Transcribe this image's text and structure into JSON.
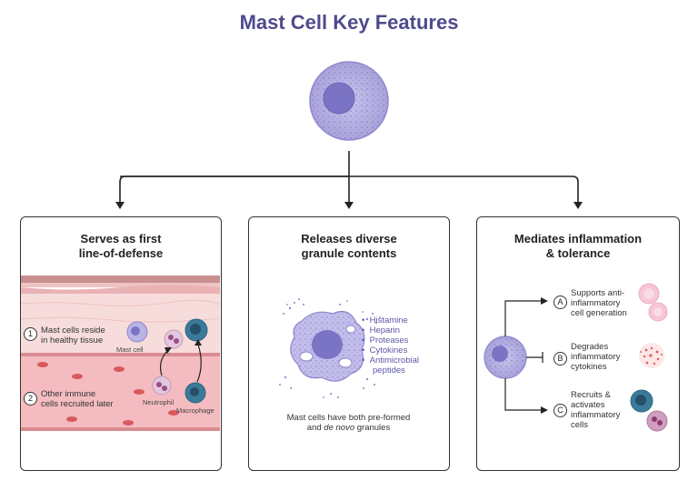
{
  "title": "Mast Cell Key Features",
  "panels": [
    {
      "title_line1": "Serves as first",
      "title_line2": "line-of-defense",
      "step1_number": "1",
      "step1_line1": "Mast cells reside",
      "step1_line2": "in healthy tissue",
      "mast_cell_label": "Mast cell",
      "step2_number": "2",
      "step2_line1": "Other immune",
      "step2_line2": "cells  recruited later",
      "neutrophil_label": "Neutrophil",
      "macrophage_label": "Macrophage"
    },
    {
      "title_line1": "Releases diverse",
      "title_line2": "granule contents",
      "contents": [
        "Histamine",
        "Heparin",
        "Proteases",
        "Cytokines",
        "Antimicrobial",
        "peptides"
      ],
      "caption_line1": "Mast cells have both pre-formed",
      "caption_pre": "and ",
      "caption_em": "de novo",
      "caption_post": " granules"
    },
    {
      "title_line1": "Mediates inflammation",
      "title_line2": "& tolerance",
      "items": [
        {
          "letter": "A",
          "lines": [
            "Supports anti-",
            "inflammatory",
            "cell generation"
          ]
        },
        {
          "letter": "B",
          "lines": [
            "Degrades",
            "inflammatory",
            "cytokines"
          ]
        },
        {
          "letter": "C",
          "lines": [
            "Recruits &",
            "activates",
            "inflammatory",
            "cells"
          ]
        }
      ]
    }
  ],
  "colors": {
    "title": "#4f4a8c",
    "mast_cell": "#b3aee0",
    "mast_nucleus": "#7b73c4",
    "tissue": "#f6d3d3",
    "vessel": "#f2b7ba"
  }
}
